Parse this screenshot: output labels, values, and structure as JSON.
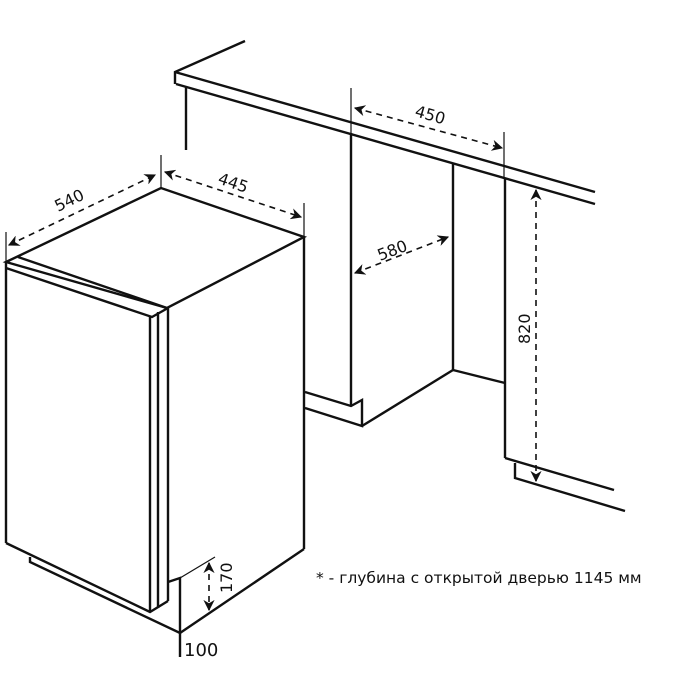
{
  "dimensions": {
    "appliance_depth": "540",
    "appliance_width": "445",
    "appliance_plinth_height": "170",
    "appliance_plinth_depth": "100",
    "niche_width": "450",
    "niche_depth": "580",
    "niche_height": "820"
  },
  "footnote": "* - глубина с открытой дверью 1145 мм"
}
